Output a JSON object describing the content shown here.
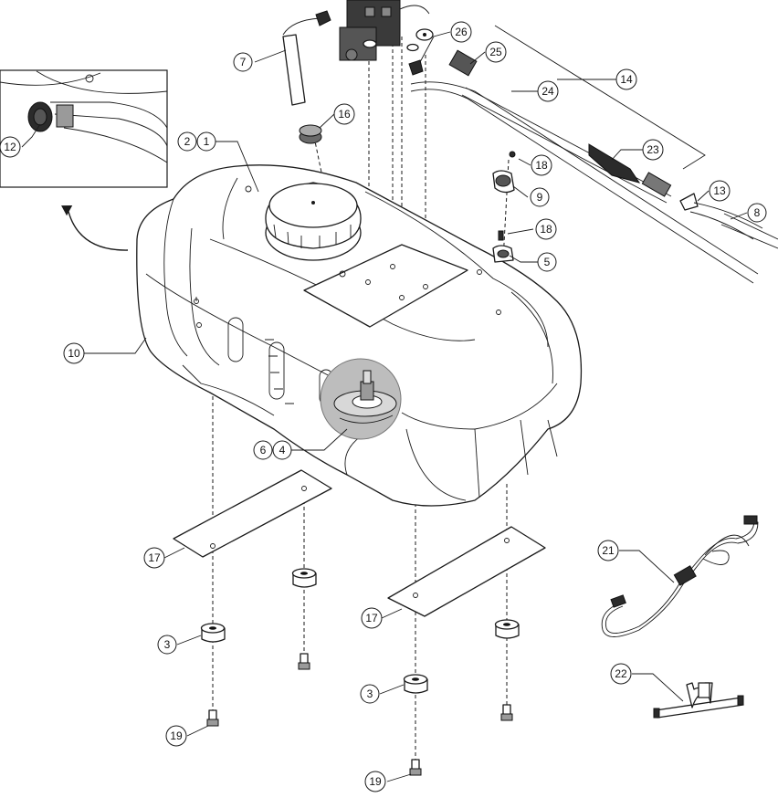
{
  "callouts": {
    "c1": "1",
    "c2": "2",
    "c3a": "3",
    "c3b": "3",
    "c4": "4",
    "c5": "5",
    "c6": "6",
    "c7": "7",
    "c8": "8",
    "c9": "9",
    "c10": "10",
    "c12": "12",
    "c13": "13",
    "c14": "14",
    "c16": "16",
    "c17a": "17",
    "c17b": "17",
    "c18a": "18",
    "c18b": "18",
    "c19a": "19",
    "c19b": "19",
    "c21": "21",
    "c22": "22",
    "c23": "23",
    "c24": "24",
    "c25": "25",
    "c26": "26"
  },
  "colors": {
    "line": "#1a1a1a",
    "highlight": "#bdbdbd",
    "background": "#ffffff"
  }
}
